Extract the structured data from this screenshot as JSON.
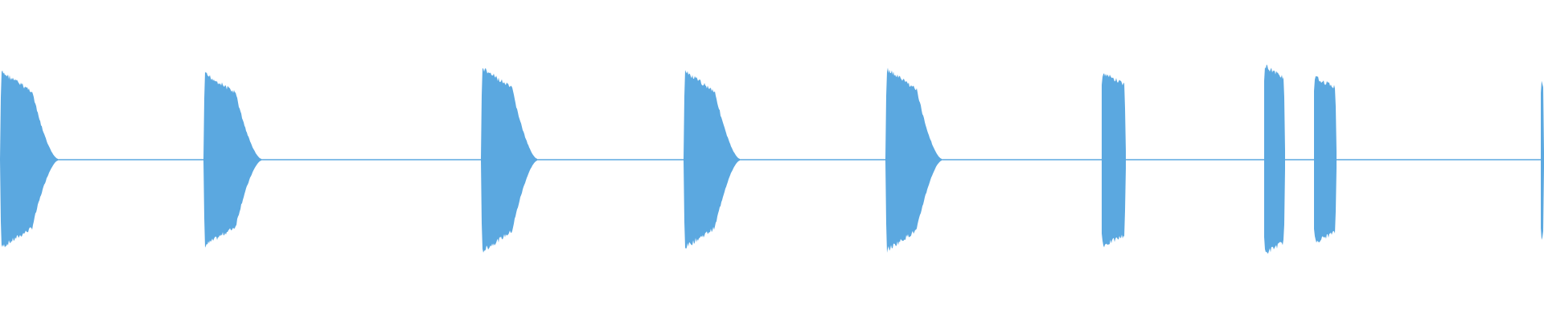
{
  "colors": {
    "waveform": "#5BA8E0",
    "background": "#FFFFFF"
  },
  "chart_data": {
    "type": "area",
    "title": "",
    "xlabel": "",
    "ylabel": "",
    "grid": false,
    "legend": "none",
    "ylim": [
      -1,
      1
    ],
    "xlim": [
      0,
      1920
    ],
    "baseline_level": 0.005,
    "bursts": [
      {
        "start": 0,
        "end": 72,
        "peak": 0.94,
        "shape": "decay"
      },
      {
        "start": 253,
        "end": 325,
        "peak": 0.92,
        "shape": "decay"
      },
      {
        "start": 598,
        "end": 668,
        "peak": 0.98,
        "shape": "decay"
      },
      {
        "start": 850,
        "end": 920,
        "peak": 0.94,
        "shape": "decay"
      },
      {
        "start": 1101,
        "end": 1171,
        "peak": 0.97,
        "shape": "decay"
      },
      {
        "start": 1370,
        "end": 1400,
        "peak": 0.92,
        "shape": "flat"
      },
      {
        "start": 1572,
        "end": 1598,
        "peak": 1.0,
        "shape": "flat"
      },
      {
        "start": 1634,
        "end": 1662,
        "peak": 0.88,
        "shape": "flat"
      },
      {
        "start": 1916,
        "end": 1920,
        "peak": 0.86,
        "shape": "flat"
      }
    ]
  }
}
